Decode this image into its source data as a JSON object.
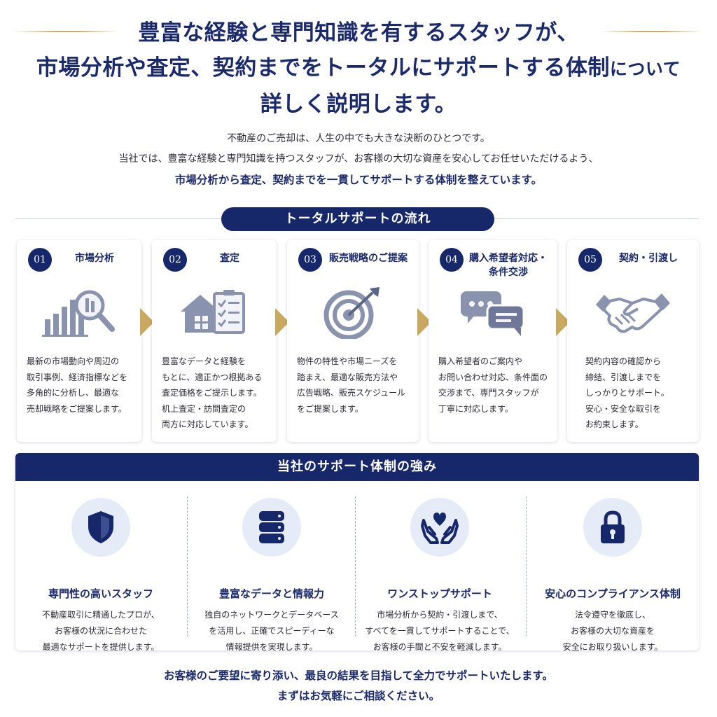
{
  "header": {
    "title_lines": [
      "豊富な経験と専門知識を有するスタッフが、",
      "市場分析や査定、契約までをトータルにサポートする体制",
      "詳しく説明します。"
    ],
    "title_line2_suffix": "について",
    "intro_lines": [
      "不動産のご売却は、人生の中でも大きな決断のひとつです。",
      "当社では、豊富な経験と専門知識を持つスタッフが、お客様の大切な資産を安心してお任せいただけるよう、"
    ],
    "intro_highlight": "市場分析から査定、契約までを一貫してサポートする体制を整えています。"
  },
  "flow": {
    "title": "トータルサポートの流れ",
    "steps": [
      {
        "num": "01",
        "title": "市場分析",
        "icon": "bar-chart-magnifier-icon",
        "desc": [
          "最新の市場動向や周辺の",
          "取引事例、経済指標などを",
          "多角的に分析し、最適な",
          "売却戦略をご提案します。"
        ]
      },
      {
        "num": "02",
        "title": "査定",
        "icon": "house-checklist-icon",
        "desc": [
          "豊富なデータと経験を",
          "もとに、適正かつ根拠ある",
          "査定価格をご提示します。",
          "机上査定・訪問査定の",
          "両方に対応しています。"
        ]
      },
      {
        "num": "03",
        "title": "販売戦略のご提案",
        "icon": "target-arrow-icon",
        "desc": [
          "物件の特性や市場ニーズを",
          "踏まえ、最適な販売方法や",
          "広告戦略、販売スケジュール",
          "をご提案します。"
        ]
      },
      {
        "num": "04",
        "title_lines": [
          "購入希望者対応・",
          "条件交渉"
        ],
        "icon": "chat-bubbles-icon",
        "desc": [
          "購入希望者のご案内や",
          "お問い合わせ対応、条件面の",
          "交渉まで、専門スタッフが",
          "丁寧に対応します。"
        ]
      },
      {
        "num": "05",
        "title": "契約・引渡し",
        "icon": "handshake-icon",
        "desc": [
          "契約内容の確認から",
          "締結、引渡しまでを",
          "しっかりとサポート。",
          "安心・安全な取引を",
          "お約束します。"
        ]
      }
    ]
  },
  "strengths": {
    "title": "当社のサポート体制の強み",
    "items": [
      {
        "title": "専門性の高いスタッフ",
        "icon": "shield-icon",
        "desc": [
          "不動産取引に精通したプロが、",
          "お客様の状況に合わせた",
          "最適なサポートを提供します。"
        ]
      },
      {
        "title": "豊富なデータと情報力",
        "icon": "database-icon",
        "desc": [
          "独自のネットワークとデータベース",
          "を活用し、正確でスピーディーな",
          "情報提供を実現します。"
        ]
      },
      {
        "title": "ワンストップサポート",
        "icon": "hands-heart-icon",
        "desc": [
          "市場分析から契約・引渡しまで、",
          "すべてを一貫してサポートすることで、",
          "お客様の手間と不安を軽減します。"
        ]
      },
      {
        "title": "安心のコンプライアンス体制",
        "icon": "padlock-icon",
        "desc": [
          "法令遵守を徹底し、",
          "お客様の大切な資産を",
          "安全にお取り扱いします。"
        ]
      }
    ]
  },
  "closing": {
    "lines": [
      "お客様のご要望に寄り添い、最良の結果を目指して全力でサポートいたします。",
      "まずはお気軽にご相談ください。"
    ]
  },
  "colors": {
    "navy": "#16286a",
    "gold": "#c9a960",
    "icon_gray": "#8a93ad",
    "icon_bg": "#e6ecf7"
  }
}
